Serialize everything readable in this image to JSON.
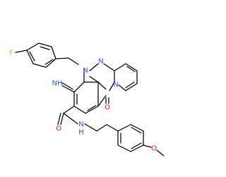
{
  "molecule": {
    "atoms": {
      "fluorine": "F",
      "n_ring1": "N",
      "n_ring2": "N",
      "n_ring3": "N",
      "imine": "NH",
      "oxo": "O",
      "amide_o": "O",
      "amide_n": "N",
      "amide_h": "H",
      "methoxy_o": "O"
    },
    "colors": {
      "bond": "#000000",
      "fluorine": "#90e050",
      "nitrogen": "#3050f8",
      "oxygen": "#ff0d0d",
      "carbon_label": "#000000"
    }
  }
}
